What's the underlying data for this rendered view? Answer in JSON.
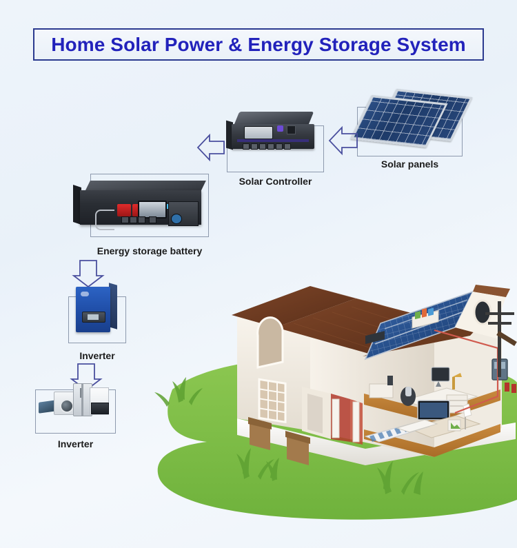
{
  "title": {
    "text": "Home Solar Power & Energy Storage System",
    "border_color": "#2b3a8f",
    "text_color": "#2222bb"
  },
  "theme": {
    "background_top": "#eef4fa",
    "background_bottom": "#f4f8fc",
    "frame_stroke": "#8d99ad",
    "arrow_stroke": "#4a4f9e",
    "lawn_green": "#7cbf45",
    "caption_color": "#1b1b1b"
  },
  "components": [
    {
      "id": "solar-panels",
      "caption": "Solar panels",
      "icon": "solar-panel-icon",
      "color": "#24406f"
    },
    {
      "id": "solar-controller",
      "caption": "Solar Controller",
      "icon": "charge-controller-icon",
      "color": "#34383f"
    },
    {
      "id": "energy-storage-battery",
      "caption": "Energy storage battery",
      "icon": "battery-rack-icon",
      "color": "#2a2e34"
    },
    {
      "id": "inverter-wall",
      "caption": "Inverter",
      "icon": "inverter-icon",
      "color": "#1f4da6"
    },
    {
      "id": "inverter-loads",
      "caption": "Inverter",
      "icon": "home-appliances-icon",
      "color": "#e9edf1"
    }
  ],
  "arrows": [
    {
      "id": "panels-to-controller",
      "direction": "left",
      "label": ""
    },
    {
      "id": "controller-to-battery",
      "direction": "left",
      "label": ""
    },
    {
      "id": "battery-to-inverter",
      "direction": "down",
      "label": ""
    },
    {
      "id": "inverter-to-loads",
      "direction": "down",
      "label": ""
    }
  ],
  "illustration": {
    "id": "cutaway-house",
    "name": "house-cutaway-illustration",
    "roof_color": "#6b3a22",
    "wall_color": "#f4efe6",
    "roof_pv_color": "#2d5795",
    "features": [
      "roof-solar-array",
      "attic-round-window",
      "arched-window",
      "grid-window",
      "upstairs-home-office",
      "downstairs-living-room",
      "television",
      "sofa",
      "utility-meter-box",
      "power-pole",
      "front-porch",
      "planters"
    ]
  }
}
